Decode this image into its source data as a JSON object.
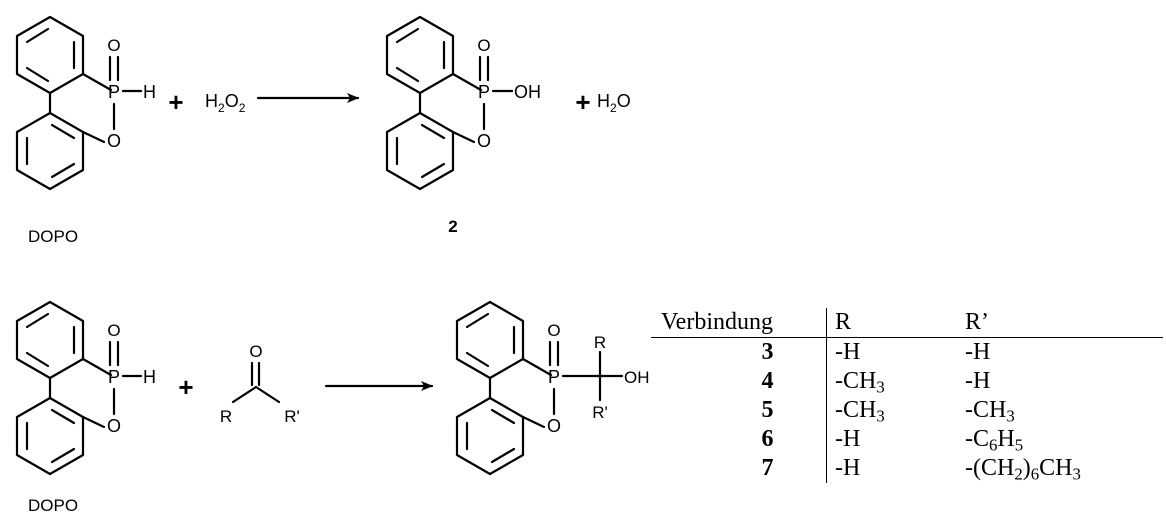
{
  "reaction1": {
    "reactant_label": "DOPO",
    "reagent": {
      "base": "H",
      "sub1": "2",
      "mid": "O",
      "sub2": "2"
    },
    "product_label": "2",
    "byproduct": {
      "base": "H",
      "sub1": "2",
      "mid": "O"
    },
    "plus": "+"
  },
  "reaction2": {
    "reactant_label": "DOPO",
    "plus": "+",
    "ketone": {
      "O": "O",
      "R": "R",
      "R2": "R'"
    },
    "product": {
      "R": "R",
      "R2": "R'",
      "OH": "OH"
    }
  },
  "atoms": {
    "O": "O",
    "P": "P",
    "H": "H",
    "OH": "OH"
  },
  "table": {
    "headers": [
      "Verbindung",
      "R",
      "R’"
    ],
    "rows": [
      {
        "id": "3",
        "r": "-H",
        "r2": "-H"
      },
      {
        "id": "4",
        "r": "-CH3",
        "r2": "-H"
      },
      {
        "id": "5",
        "r": "-CH3",
        "r2": "-CH3"
      },
      {
        "id": "6",
        "r": "-H",
        "r2": "-C6H5"
      },
      {
        "id": "7",
        "r": "-H",
        "r2": "-(CH2)6CH3"
      }
    ]
  }
}
